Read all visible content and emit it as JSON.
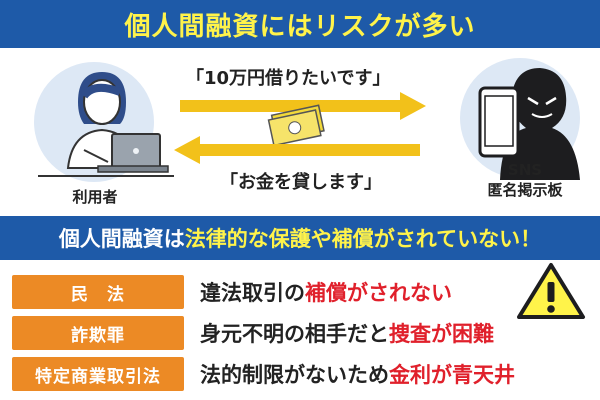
{
  "header": {
    "title": "個人間融資にはリスクが多い"
  },
  "flow": {
    "request_quote": "「10万円借りたいです」",
    "offer_quote": "「お金を貸します」",
    "user_label": "利用者",
    "sns_label_line1": "SNS",
    "sns_label_line2": "匿名掲示板"
  },
  "banner": {
    "prefix": "個人間融資は",
    "highlight": "法律的な保護や補償がされていない！"
  },
  "laws": [
    {
      "label": "民　法",
      "desc_plain": "違法取引の",
      "desc_red": "補償がされない"
    },
    {
      "label": "詐欺罪",
      "desc_plain": "身元不明の相手だと",
      "desc_red": "捜査が困難"
    },
    {
      "label": "特定商業取引法",
      "desc_plain": "法的制限がないため",
      "desc_red": "金利が青天井"
    }
  ],
  "colors": {
    "banner_blue": "#1e5aa8",
    "banner_yellow": "#fff34a",
    "arrow_yellow": "#f2c11a",
    "label_orange": "#ec8a25",
    "emphasis_red": "#e0202b"
  },
  "icons": [
    "user-laptop-icon",
    "money-icon",
    "smartphone-icon",
    "hooded-figure-icon",
    "warning-icon"
  ]
}
